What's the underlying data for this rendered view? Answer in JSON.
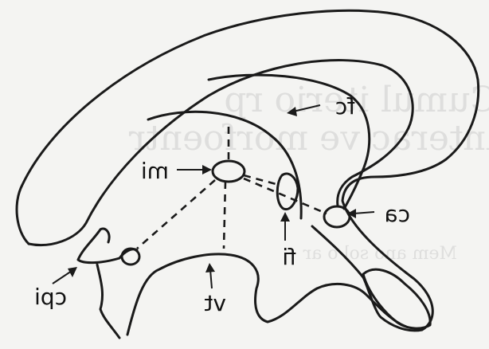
{
  "labels": {
    "mi": "mi",
    "fc": "fc",
    "ca": "ca",
    "fi": "fi",
    "vt": "vt",
    "cpi": "cpi"
  },
  "colors": {
    "ink": "#1a1a1a",
    "paper": "#f4f4f2"
  }
}
